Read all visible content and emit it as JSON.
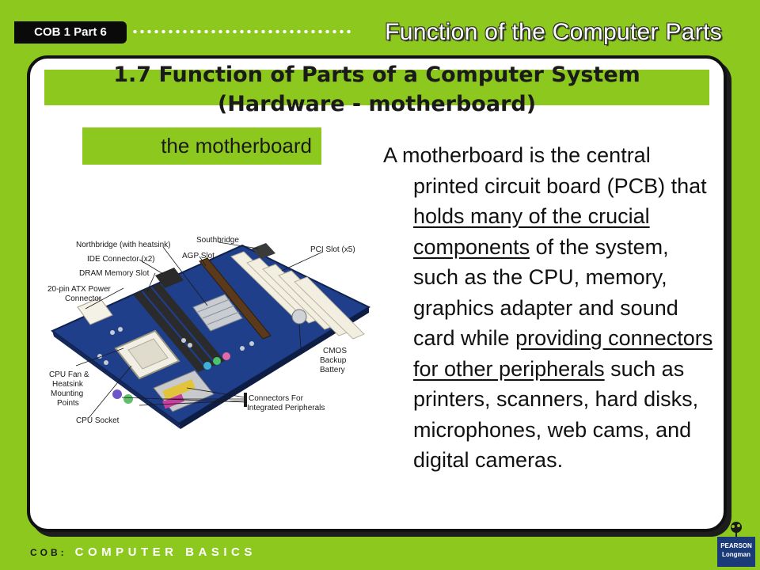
{
  "header": {
    "tag": "COB 1 Part 6",
    "title": "Function of the Computer Parts"
  },
  "slide": {
    "title_line1": "1.7 Function of Parts of a Computer System",
    "title_line2": "(Hardware - motherboard)",
    "label": "the motherboard"
  },
  "body": {
    "bullet": "A",
    "seg1": " motherboard is the central printed circuit board (PCB) that ",
    "seg2_underlined": "holds many of the crucial components",
    "seg3": " of the system, such as the CPU, memory, graphics adapter and sound card while ",
    "seg4_underlined": "providing connectors for other peripherals",
    "seg5": " such as printers, scanners, hard disks, microphones, web cams, and digital cameras."
  },
  "figure": {
    "callouts": {
      "northbridge": "Northbridge (with heatsink)",
      "southbridge": "Southbridge",
      "ide": "IDE Connector (x2)",
      "agp": "AGP Slot",
      "pci": "PCI Slot (x5)",
      "dram": "DRAM Memory Slot",
      "atx1": "20-pin ATX Power",
      "atx2": "Connector",
      "fan1": "CPU Fan &",
      "fan2": "Heatsink",
      "fan3": "Mounting",
      "fan4": "Points",
      "socket": "CPU Socket",
      "cmos1": "CMOS",
      "cmos2": "Backup",
      "cmos3": "Battery",
      "conn1": "Connectors For",
      "conn2": "Integrated Peripherals"
    }
  },
  "footer": {
    "prefix": "COB:",
    "text": "COMPUTER BASICS"
  },
  "publisher": {
    "line1": "PEARSON",
    "line2": "Longman"
  },
  "colors": {
    "background": "#8dc81e",
    "panel": "#ffffff",
    "board": "#1f3f8a"
  }
}
